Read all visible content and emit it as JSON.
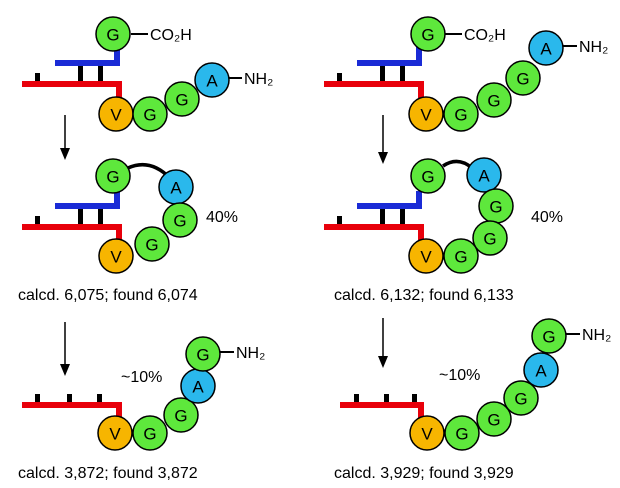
{
  "colors": {
    "dna_strand": "#e8000b",
    "template_strand": "#1a2bd6",
    "glycine": "#5ee83c",
    "valine": "#f7b500",
    "alanine": "#2ab8ec",
    "linker": "#000000"
  },
  "residues": {
    "glycine": "G",
    "valine": "V",
    "alanine": "A"
  },
  "groups": {
    "carboxyl": "CO₂H",
    "amine": "NH₂"
  },
  "left": {
    "yield": "40%",
    "approx_yield": "~10%",
    "mass_cyclic": "calcd. 6,075; found 6,074",
    "mass_released": "calcd. 3,872; found 3,872"
  },
  "right": {
    "yield": "40%",
    "approx_yield": "~10%",
    "mass_cyclic": "calcd. 6,132; found 6,133",
    "mass_released": "calcd. 3,929; found 3,929"
  }
}
